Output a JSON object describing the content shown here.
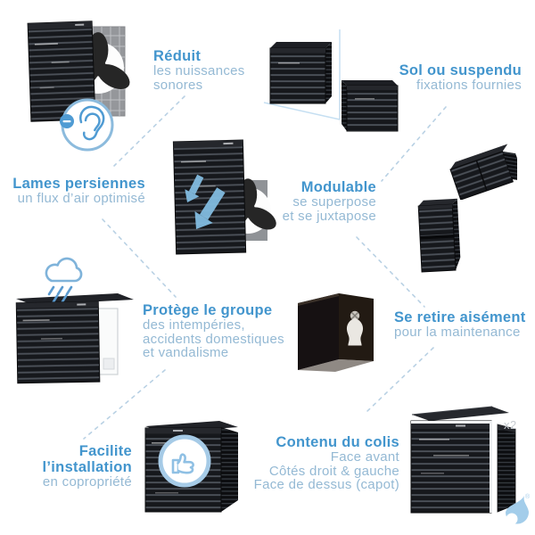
{
  "title": "Infographie avantages cache climatisation",
  "colors": {
    "heading_blue": "#4295cd",
    "body_blue": "#94b9d4",
    "icon_blue": "#4f9bd3",
    "badge_ring": "#a6cbe7",
    "dash_line": "#b9d1e4",
    "unit_dark": "#16181c",
    "unit_slat": "#4b5058",
    "wall_line": "#c5dff2",
    "arrow_blue": "#82bce0",
    "logo_blue": "#a3cdea"
  },
  "features": {
    "reduit": {
      "title": "Réduit",
      "lines": [
        "les nuissances",
        "sonores"
      ]
    },
    "sol": {
      "title": "Sol ou suspendu",
      "lines": [
        "fixations fournies"
      ]
    },
    "lames": {
      "title": "Lames persiennes",
      "lines": [
        "un flux d’air optimisé"
      ]
    },
    "modulable": {
      "title": "Modulable",
      "lines": [
        "se superpose",
        "et se juxtapose"
      ]
    },
    "protege": {
      "title": "Protège le groupe",
      "lines": [
        "des intempéries,",
        "accidents domestiques",
        "et vandalisme"
      ]
    },
    "retire": {
      "title": "Se retire aisément",
      "lines": [
        "pour la maintenance"
      ]
    },
    "facilite": {
      "title": "Facilite l’installation",
      "lines": [
        "en copropriété"
      ]
    },
    "contenu": {
      "title": "Contenu du colis",
      "lines": [
        "Face avant",
        "Côtés droit & gauche",
        "Face de dessus (capot)"
      ]
    }
  },
  "annotations": {
    "side_panel_count": "x2",
    "registered_mark": "®"
  },
  "icons": {
    "noise": "ear-minus-icon",
    "fan": "fan-blade-icon",
    "weather": "rain-cloud-icon",
    "airflow": "down-arrows-icon",
    "approval": "thumbs-up-icon",
    "mount": "keyhole-mount-icon",
    "brand": "water-drop-logo"
  }
}
